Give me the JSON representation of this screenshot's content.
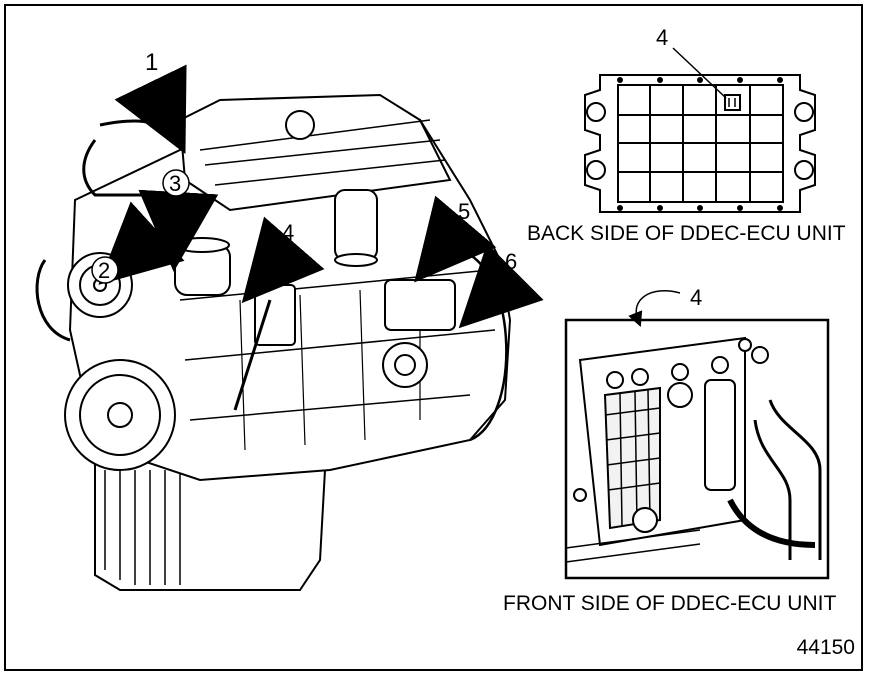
{
  "callouts": {
    "c1": "1",
    "c2": "2",
    "c3": "3",
    "c4_engine": "4",
    "c5": "5",
    "c6": "6",
    "c4_back": "4",
    "c4_front": "4"
  },
  "captions": {
    "back": "BACK SIDE OF DDEC-ECU UNIT",
    "front": "FRONT SIDE OF DDEC-ECU UNIT"
  },
  "figure_number": "44150",
  "colors": {
    "line": "#000000",
    "background": "#ffffff",
    "fill_light": "#f2f2f2"
  }
}
